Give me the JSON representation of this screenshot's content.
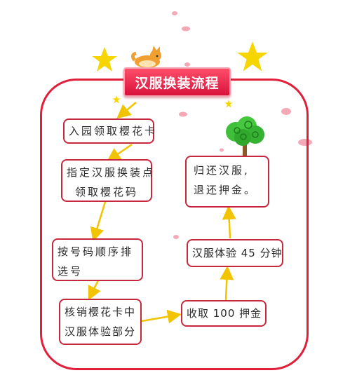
{
  "title": "汉服换装流程",
  "steps": {
    "s1": {
      "lines": [
        "入园领取樱花卡"
      ]
    },
    "s2": {
      "lines": [
        "指定汉服换装点",
        "领取樱花码"
      ]
    },
    "s3": {
      "lines": [
        "按号码顺序排",
        "选号"
      ]
    },
    "s4": {
      "lines": [
        "核销樱花卡中",
        "汉服体验部分"
      ]
    },
    "s5": {
      "lines": [
        "收取 100 押金"
      ]
    },
    "s6": {
      "lines": [
        "汉服体验 45 分钟"
      ]
    },
    "s7": {
      "lines": [
        "归还汉服,",
        "退还押金。"
      ]
    }
  },
  "colors": {
    "frame": "#e0203a",
    "title_bg": "#e8223f",
    "node_border": "#c8283e",
    "arrow": "#f2c400",
    "star": "#f7d500",
    "petal": "#f4a9b6",
    "tree": "#3fbf3a"
  },
  "icons": [
    "star-icon",
    "fox-icon",
    "tree-icon",
    "petal-icon"
  ]
}
